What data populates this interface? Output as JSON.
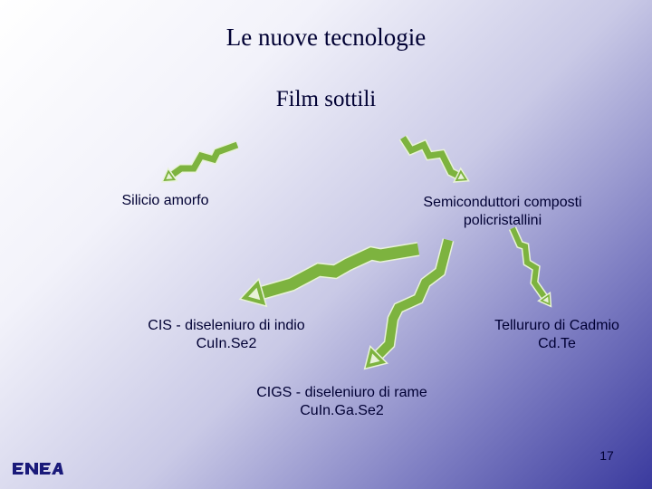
{
  "title": "Le nuove tecnologie",
  "subtitle": "Film sottili",
  "nodes": {
    "silicio": {
      "line1": "Silicio amorfo"
    },
    "semiconduttori": {
      "line1": "Semiconduttori composti",
      "line2": "policristallini"
    },
    "cis": {
      "line1": "CIS - diseleniuro di indio",
      "line2": "CuIn.Se2"
    },
    "cigs": {
      "line1": "CIGS - diseleniuro di rame",
      "line2": "CuIn.Ga.Se2"
    },
    "cdte": {
      "line1": "Tellururo di Cadmio",
      "line2": "Cd.Te"
    }
  },
  "page_number": "17",
  "logo_text": "ENEA",
  "colors": {
    "arrow_fill": "#7db33f",
    "arrow_stroke": "#e8f2d8",
    "text": "#000033",
    "logo": "#1a1a7a"
  }
}
